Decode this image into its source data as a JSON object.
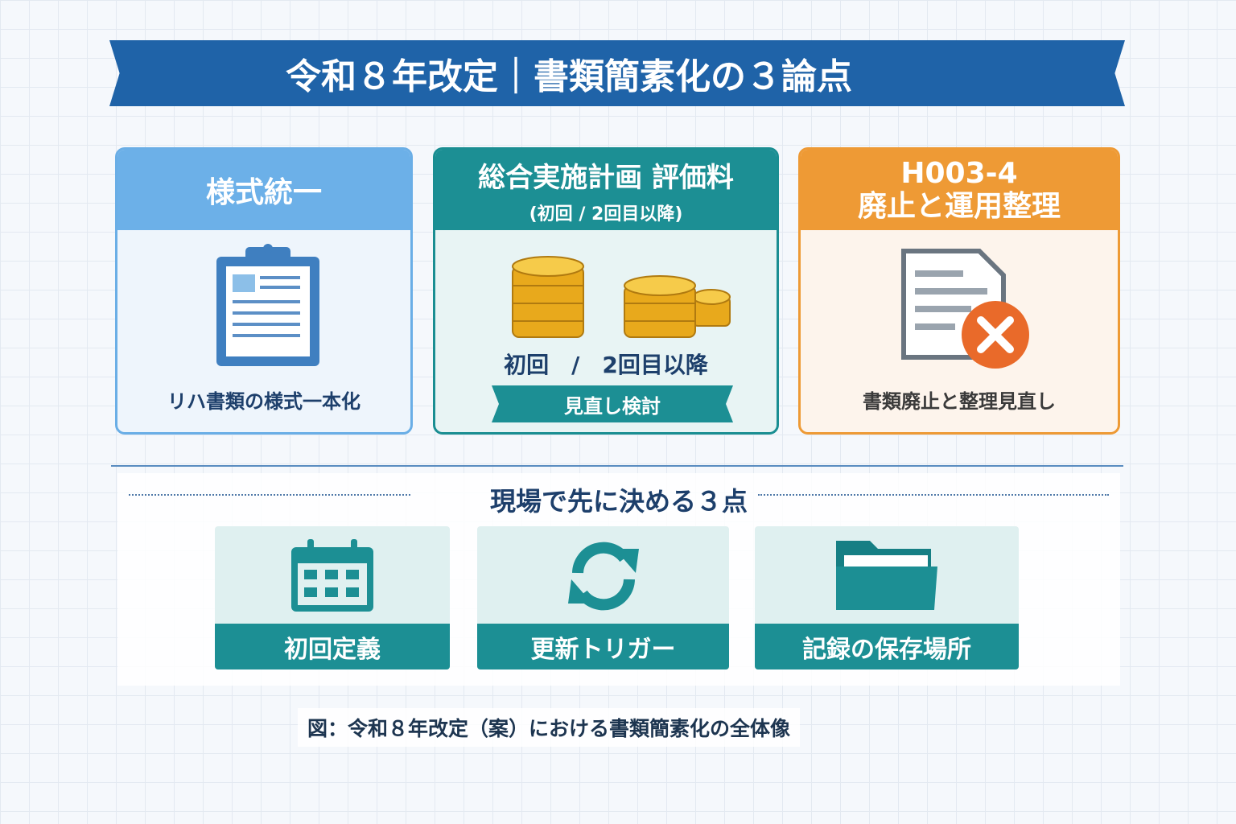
{
  "title": "令和８年改定｜書類簡素化の３論点",
  "cards": [
    {
      "heading": "様式統一",
      "caption": "リハ書類の様式一本化",
      "icon": "clipboard-icon",
      "color": "#6cb0e8"
    },
    {
      "heading": "総合実施計画 評価料",
      "subheading": "(初回 / 2回目以降)",
      "coin_label": "初回　/　2回目以降",
      "ribbon": "見直し検討",
      "icon": "coins-icon",
      "color": "#1c8f94"
    },
    {
      "heading": "H003-4",
      "heading2": "廃止と運用整理",
      "caption": "書類廃止と整理見直し",
      "icon": "document-cancel-icon",
      "color": "#ee9a35"
    }
  ],
  "section": {
    "title": "現場で先に決める３点",
    "items": [
      {
        "label": "初回定義",
        "icon": "calendar-icon"
      },
      {
        "label": "更新トリガー",
        "icon": "refresh-icon"
      },
      {
        "label": "記録の保存場所",
        "icon": "folder-icon"
      }
    ]
  },
  "caption": "図：令和８年改定（案）における書類簡素化の全体像"
}
